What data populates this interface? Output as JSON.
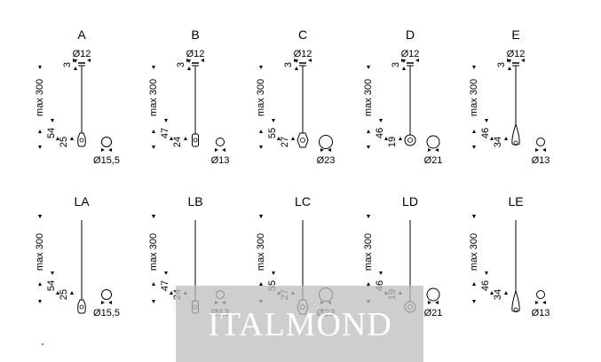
{
  "variants": [
    {
      "label": "A",
      "top_dia": "Ø12",
      "cap_h": "3",
      "max": "max 300",
      "body_h": "54",
      "shade_h": "25",
      "shade_dia": "Ø15,5",
      "shape": "vase"
    },
    {
      "label": "B",
      "top_dia": "Ø12",
      "cap_h": "3",
      "max": "max 300",
      "body_h": "47",
      "shade_h": "24",
      "shade_dia": "Ø13",
      "shape": "cyl"
    },
    {
      "label": "C",
      "top_dia": "Ø12",
      "cap_h": "3",
      "max": "max 300",
      "body_h": "55",
      "shade_h": "27",
      "shade_dia": "Ø23",
      "shape": "hex"
    },
    {
      "label": "D",
      "top_dia": "Ø12",
      "cap_h": "3",
      "max": "max 300",
      "body_h": "46",
      "shade_h": "19",
      "shade_dia": "Ø21",
      "shape": "ball"
    },
    {
      "label": "E",
      "top_dia": "Ø12",
      "cap_h": "3",
      "max": "max 300",
      "body_h": "46",
      "shade_h": "34",
      "shade_dia": "Ø13",
      "shape": "drop"
    },
    {
      "label": "LA",
      "max": "max 300",
      "body_h": "54",
      "shade_h": "25",
      "shade_dia": "Ø15,5",
      "shape": "vase"
    },
    {
      "label": "LB",
      "max": "max 300",
      "body_h": "47",
      "shade_h": "24",
      "shade_dia": "Ø13",
      "shape": "cyl"
    },
    {
      "label": "LC",
      "max": "max 300",
      "body_h": "55",
      "shade_h": "27",
      "shade_dia": "Ø23",
      "shape": "hex"
    },
    {
      "label": "LD",
      "max": "max 300",
      "body_h": "46",
      "shade_h": "19",
      "shade_dia": "Ø21",
      "shape": "ball"
    },
    {
      "label": "LE",
      "max": "max 300",
      "body_h": "46",
      "shade_h": "34",
      "shade_dia": "Ø13",
      "shape": "drop"
    }
  ],
  "watermark": "ITALMOND"
}
